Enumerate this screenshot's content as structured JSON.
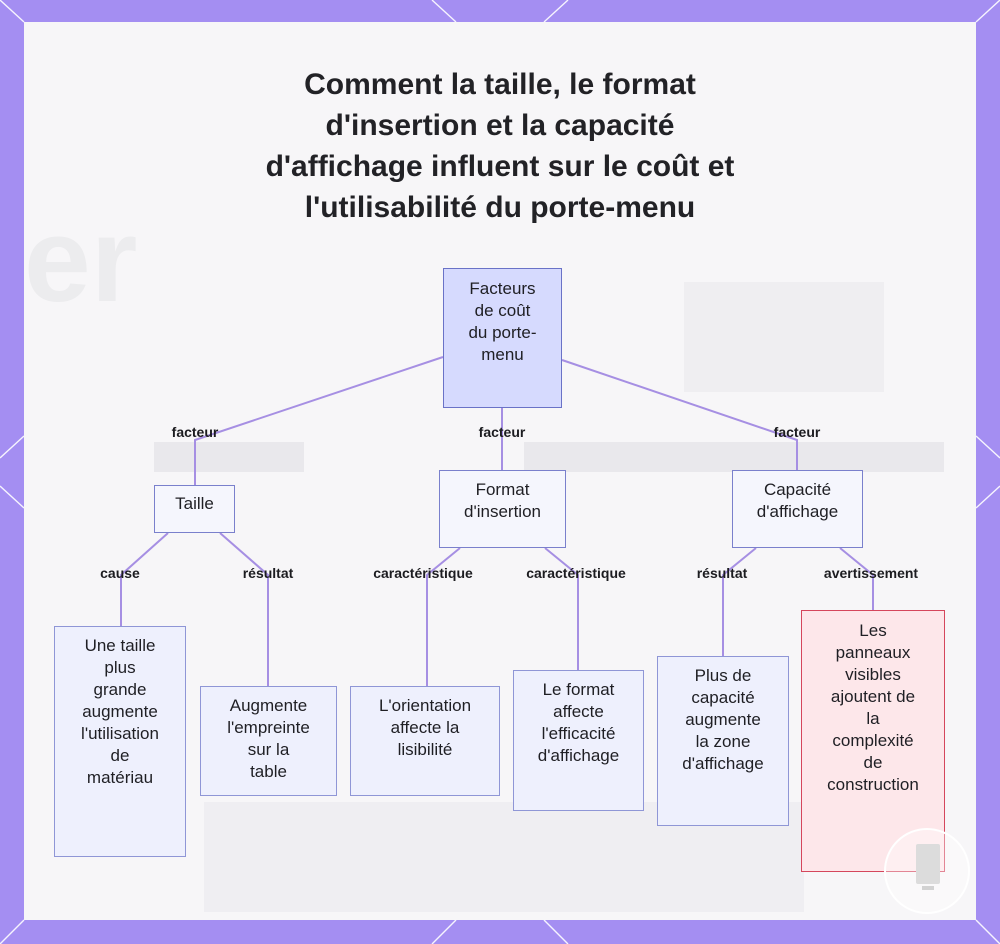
{
  "title_lines": [
    "Comment la taille, le format",
    "d'insertion et la capacité",
    "d'affichage influent sur le coût et",
    "l'utilisabilité du porte-menu"
  ],
  "colors": {
    "frame": "#a48ef2",
    "edge": "#a68fe3",
    "root_fill": "#d6dafe",
    "leaf_fill": "#eef0fd",
    "warning_fill": "#fde7ea",
    "warning_border": "#d5465c"
  },
  "nodes": {
    "root": {
      "lines": [
        "Facteurs",
        "de coût",
        "du porte-",
        "menu"
      ]
    },
    "size": {
      "lines": [
        "Taille"
      ]
    },
    "insertion": {
      "lines": [
        "Format",
        "d'insertion"
      ]
    },
    "capacity": {
      "lines": [
        "Capacité",
        "d'affichage"
      ]
    },
    "size_material": {
      "lines": [
        "Une taille",
        "plus",
        "grande",
        "augmente",
        "l'utilisation",
        "de",
        "matériau"
      ]
    },
    "size_footprint": {
      "lines": [
        "Augmente",
        "l'empreinte",
        "sur la",
        "table"
      ]
    },
    "insertion_orientation": {
      "lines": [
        "L'orientation",
        "affecte la",
        "lisibilité"
      ]
    },
    "insertion_efficiency": {
      "lines": [
        "Le format",
        "affecte",
        "l'efficacité",
        "d'affichage"
      ]
    },
    "capacity_area": {
      "lines": [
        "Plus de",
        "capacité",
        "augmente",
        "la zone",
        "d'affichage"
      ]
    },
    "capacity_warning": {
      "lines": [
        "Les",
        "panneaux",
        "visibles",
        "ajoutent de",
        "la",
        "complexité",
        "de",
        "construction"
      ]
    }
  },
  "edge_labels": {
    "root_size": "facteur",
    "root_insertion": "facteur",
    "root_capacity": "facteur",
    "size_material": "cause",
    "size_footprint": "résultat",
    "insertion_orientation": "caractéristique",
    "insertion_efficiency": "caractéristique",
    "capacity_area": "résultat",
    "capacity_warning": "avertissement"
  },
  "icons": {
    "corner_badge": "monitor-icon"
  }
}
